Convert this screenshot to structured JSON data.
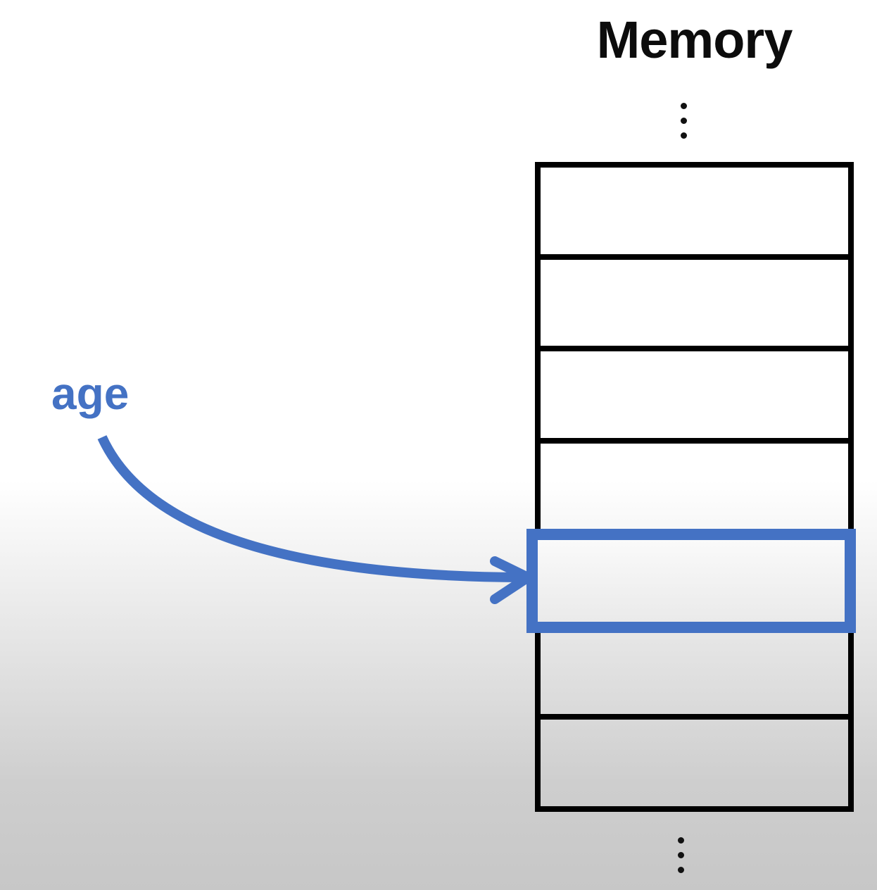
{
  "title": "Memory",
  "pointer_label": "age",
  "memory": {
    "rows": 7,
    "highlighted_row": 5
  },
  "icons": {
    "top_ellipsis": "vertical-ellipsis",
    "bottom_ellipsis": "vertical-ellipsis",
    "arrow": "curved-right-arrow"
  },
  "colors": {
    "accent_blue": "#4472C4",
    "line_black": "#000000"
  }
}
